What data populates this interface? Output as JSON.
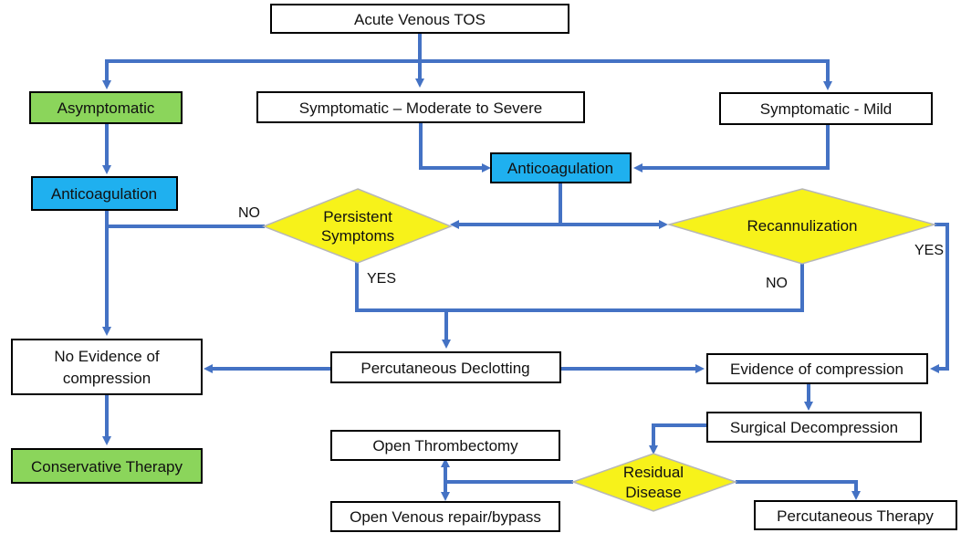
{
  "colors": {
    "arrow": "#4472C4",
    "box_fill": "#ffffff",
    "box_stroke": "#000000",
    "green": "#8BD55B",
    "blue": "#1FB0EF",
    "yellow": "#F7F21A",
    "decision_stroke": "#B7B7B7"
  },
  "nodes": {
    "acute_venous_tos": "Acute Venous TOS",
    "asymptomatic": "Asymptomatic",
    "symptomatic_moderate_severe": "Symptomatic – Moderate to Severe",
    "symptomatic_mild": "Symptomatic - Mild",
    "anticoagulation_left": "Anticoagulation",
    "anticoagulation_center": "Anticoagulation",
    "persistent_symptoms_line1": "Persistent",
    "persistent_symptoms_line2": "Symptoms",
    "recannulization": "Recannulization",
    "no_evidence_line1": "No Evidence of",
    "no_evidence_line2": "compression",
    "percutaneous_declotting": "Percutaneous Declotting",
    "evidence_of_compression": "Evidence of compression",
    "conservative_therapy": "Conservative Therapy",
    "surgical_decompression": "Surgical Decompression",
    "open_thrombectomy": "Open Thrombectomy",
    "residual_disease_line1": "Residual",
    "residual_disease_line2": "Disease",
    "open_venous_repair": "Open Venous repair/bypass",
    "percutaneous_therapy": "Percutaneous Therapy"
  },
  "edge_labels": {
    "persistent_no": "NO",
    "persistent_yes": "YES",
    "recannulization_no": "NO",
    "recannulization_yes": "YES"
  }
}
